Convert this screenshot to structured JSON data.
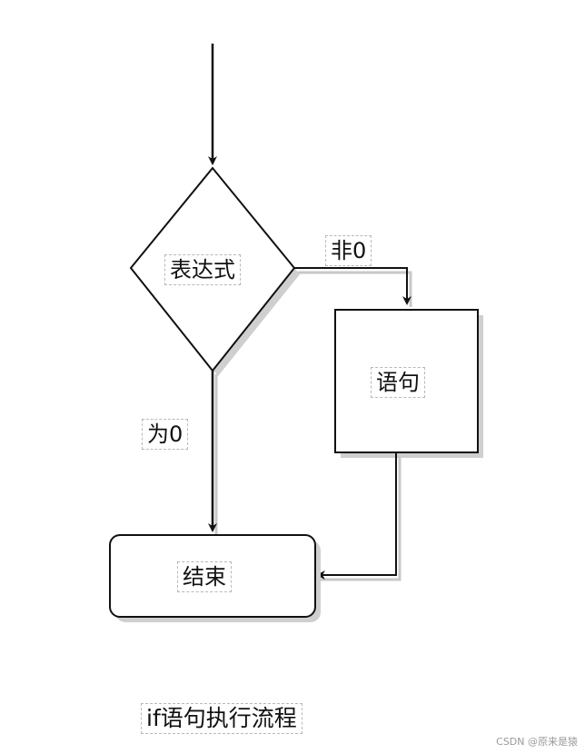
{
  "diagram": {
    "title": "if语句执行流程",
    "nodes": {
      "condition": "表达式",
      "statement": "语句",
      "end": "结束"
    },
    "edges": {
      "nonzero_label": "非0",
      "zero_label": "为0"
    }
  },
  "watermark": "CSDN @原来是猿"
}
